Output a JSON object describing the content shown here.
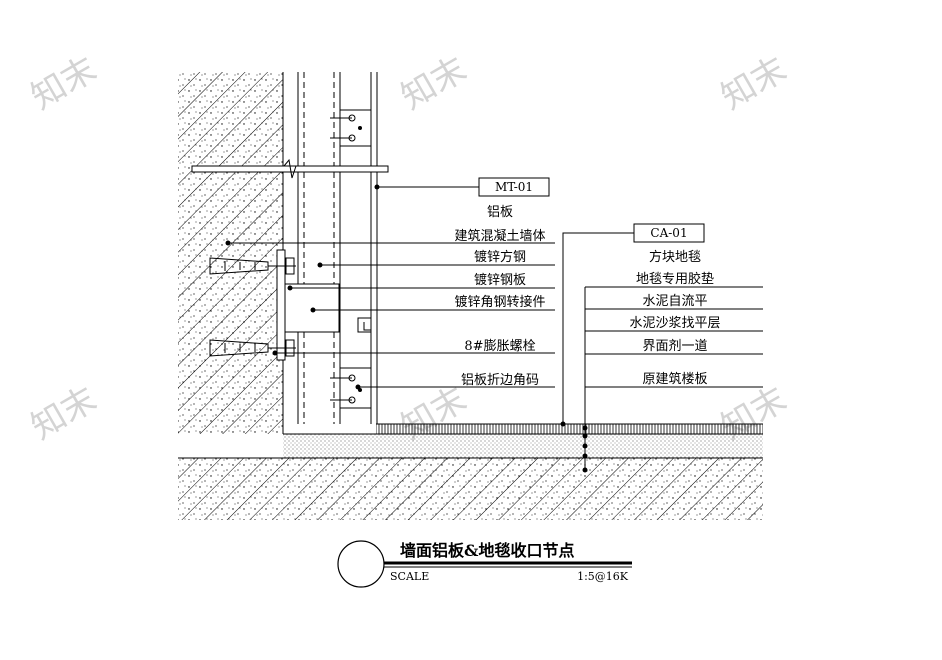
{
  "watermark": "知末",
  "tags": {
    "mt": "MT-01",
    "ca": "CA-01"
  },
  "wall_labels": [
    "铝板",
    "建筑混凝土墙体",
    "镀锌方钢",
    "镀锌钢板",
    "镀锌角钢转接件",
    "8#膨胀螺栓",
    "铝板折边角码"
  ],
  "floor_labels": [
    "方块地毯",
    "地毯专用胶垫",
    "水泥自流平",
    "水泥沙浆找平层",
    "界面剂一道",
    "原建筑楼板"
  ],
  "title_block": {
    "title": "墙面铝板&地毯收口节点",
    "scale_label": "SCALE",
    "scale_value": "1:5@16K"
  }
}
